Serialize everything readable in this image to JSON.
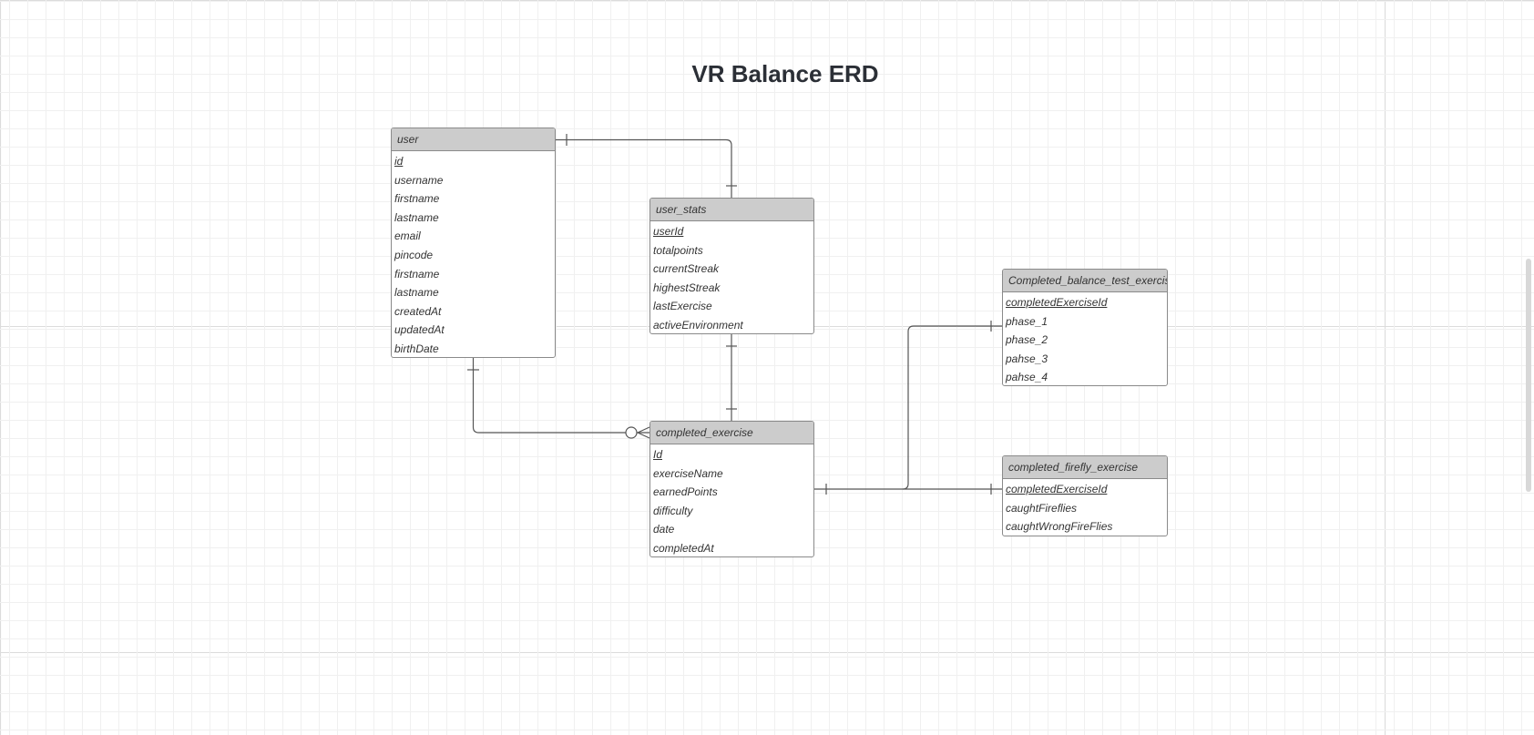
{
  "diagram": {
    "title": "VR Balance ERD"
  },
  "entities": {
    "user": {
      "name": "user",
      "fields": [
        {
          "name": "id",
          "pk": true
        },
        {
          "name": "username",
          "pk": false
        },
        {
          "name": "firstname",
          "pk": false
        },
        {
          "name": "lastname",
          "pk": false
        },
        {
          "name": "email",
          "pk": false
        },
        {
          "name": "pincode",
          "pk": false
        },
        {
          "name": "firstname",
          "pk": false
        },
        {
          "name": "lastname",
          "pk": false
        },
        {
          "name": "createdAt",
          "pk": false
        },
        {
          "name": "updatedAt",
          "pk": false
        },
        {
          "name": "birthDate",
          "pk": false
        }
      ]
    },
    "user_stats": {
      "name": "user_stats",
      "fields": [
        {
          "name": "userId",
          "pk": true
        },
        {
          "name": "totalpoints",
          "pk": false
        },
        {
          "name": "currentStreak",
          "pk": false
        },
        {
          "name": "highestStreak",
          "pk": false
        },
        {
          "name": "lastExercise",
          "pk": false
        },
        {
          "name": "activeEnvironment",
          "pk": false
        }
      ]
    },
    "completed_exercise": {
      "name": "completed_exercise",
      "fields": [
        {
          "name": "Id",
          "pk": true
        },
        {
          "name": "exerciseName",
          "pk": false
        },
        {
          "name": "earnedPoints",
          "pk": false
        },
        {
          "name": "difficulty",
          "pk": false
        },
        {
          "name": "date",
          "pk": false
        },
        {
          "name": "completedAt",
          "pk": false
        }
      ]
    },
    "completed_balance_test_exercise": {
      "name": "Completed_balance_test_exercise",
      "fields": [
        {
          "name": "completedExerciseId",
          "pk": true
        },
        {
          "name": "phase_1",
          "pk": false
        },
        {
          "name": "phase_2",
          "pk": false
        },
        {
          "name": "pahse_3",
          "pk": false
        },
        {
          "name": "pahse_4",
          "pk": false
        }
      ]
    },
    "completed_firefly_exercise": {
      "name": "completed_firefly_exercise",
      "fields": [
        {
          "name": "completedExerciseId",
          "pk": true
        },
        {
          "name": "caughtFireflies",
          "pk": false
        },
        {
          "name": "caughtWrongFireFlies",
          "pk": false
        }
      ]
    }
  },
  "relationships": [
    {
      "from": "user",
      "to": "user_stats",
      "from_cardinality": "one",
      "to_cardinality": "one"
    },
    {
      "from": "user",
      "to": "completed_exercise",
      "from_cardinality": "one",
      "to_cardinality": "zero-or-many"
    },
    {
      "from": "user_stats",
      "to": "completed_exercise",
      "from_cardinality": "one",
      "to_cardinality": "one"
    },
    {
      "from": "completed_exercise",
      "to": "completed_balance_test_exercise",
      "from_cardinality": "one",
      "to_cardinality": "one"
    },
    {
      "from": "completed_exercise",
      "to": "completed_firefly_exercise",
      "from_cardinality": "one",
      "to_cardinality": "one"
    }
  ],
  "colors": {
    "header_fill": "#cccccc",
    "border": "#8a8a8a",
    "line": "#555555",
    "text": "#333333",
    "title": "#2b2f36"
  }
}
